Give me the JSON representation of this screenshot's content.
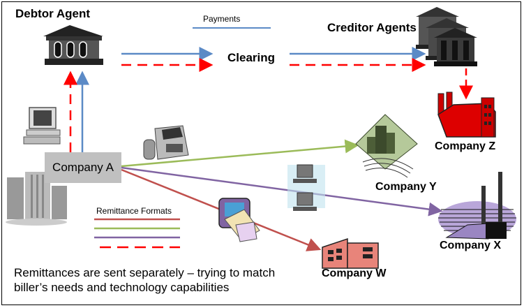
{
  "title_labels": {
    "debtor_agent": "Debtor Agent",
    "creditor_agents": "Creditor Agents",
    "clearing": "Clearing"
  },
  "legend": {
    "payments": {
      "label": "Payments",
      "color": "#5b8ac6"
    },
    "remittance_title": "Remittance Formats",
    "remittance_colors": [
      "#c0504d",
      "#9bbb59",
      "#8064a2",
      "#ff0000"
    ]
  },
  "nodes": {
    "company_a": "Company A",
    "company_w": "Company W",
    "company_x": "Company X",
    "company_y": "Company Y",
    "company_z": "Company Z"
  },
  "caption": {
    "line1": "Remittances are sent separately – trying to match",
    "line2": "biller’s needs and technology capabilities"
  },
  "icons": [
    "bank-icon",
    "bank-stack-icon",
    "factory-icon",
    "office-building-icon",
    "computer-icon",
    "fax-icon",
    "networked-computers-icon",
    "mail-computer-icon",
    "power-plant-icon",
    "warehouse-icon",
    "city-buildings-icon"
  ]
}
